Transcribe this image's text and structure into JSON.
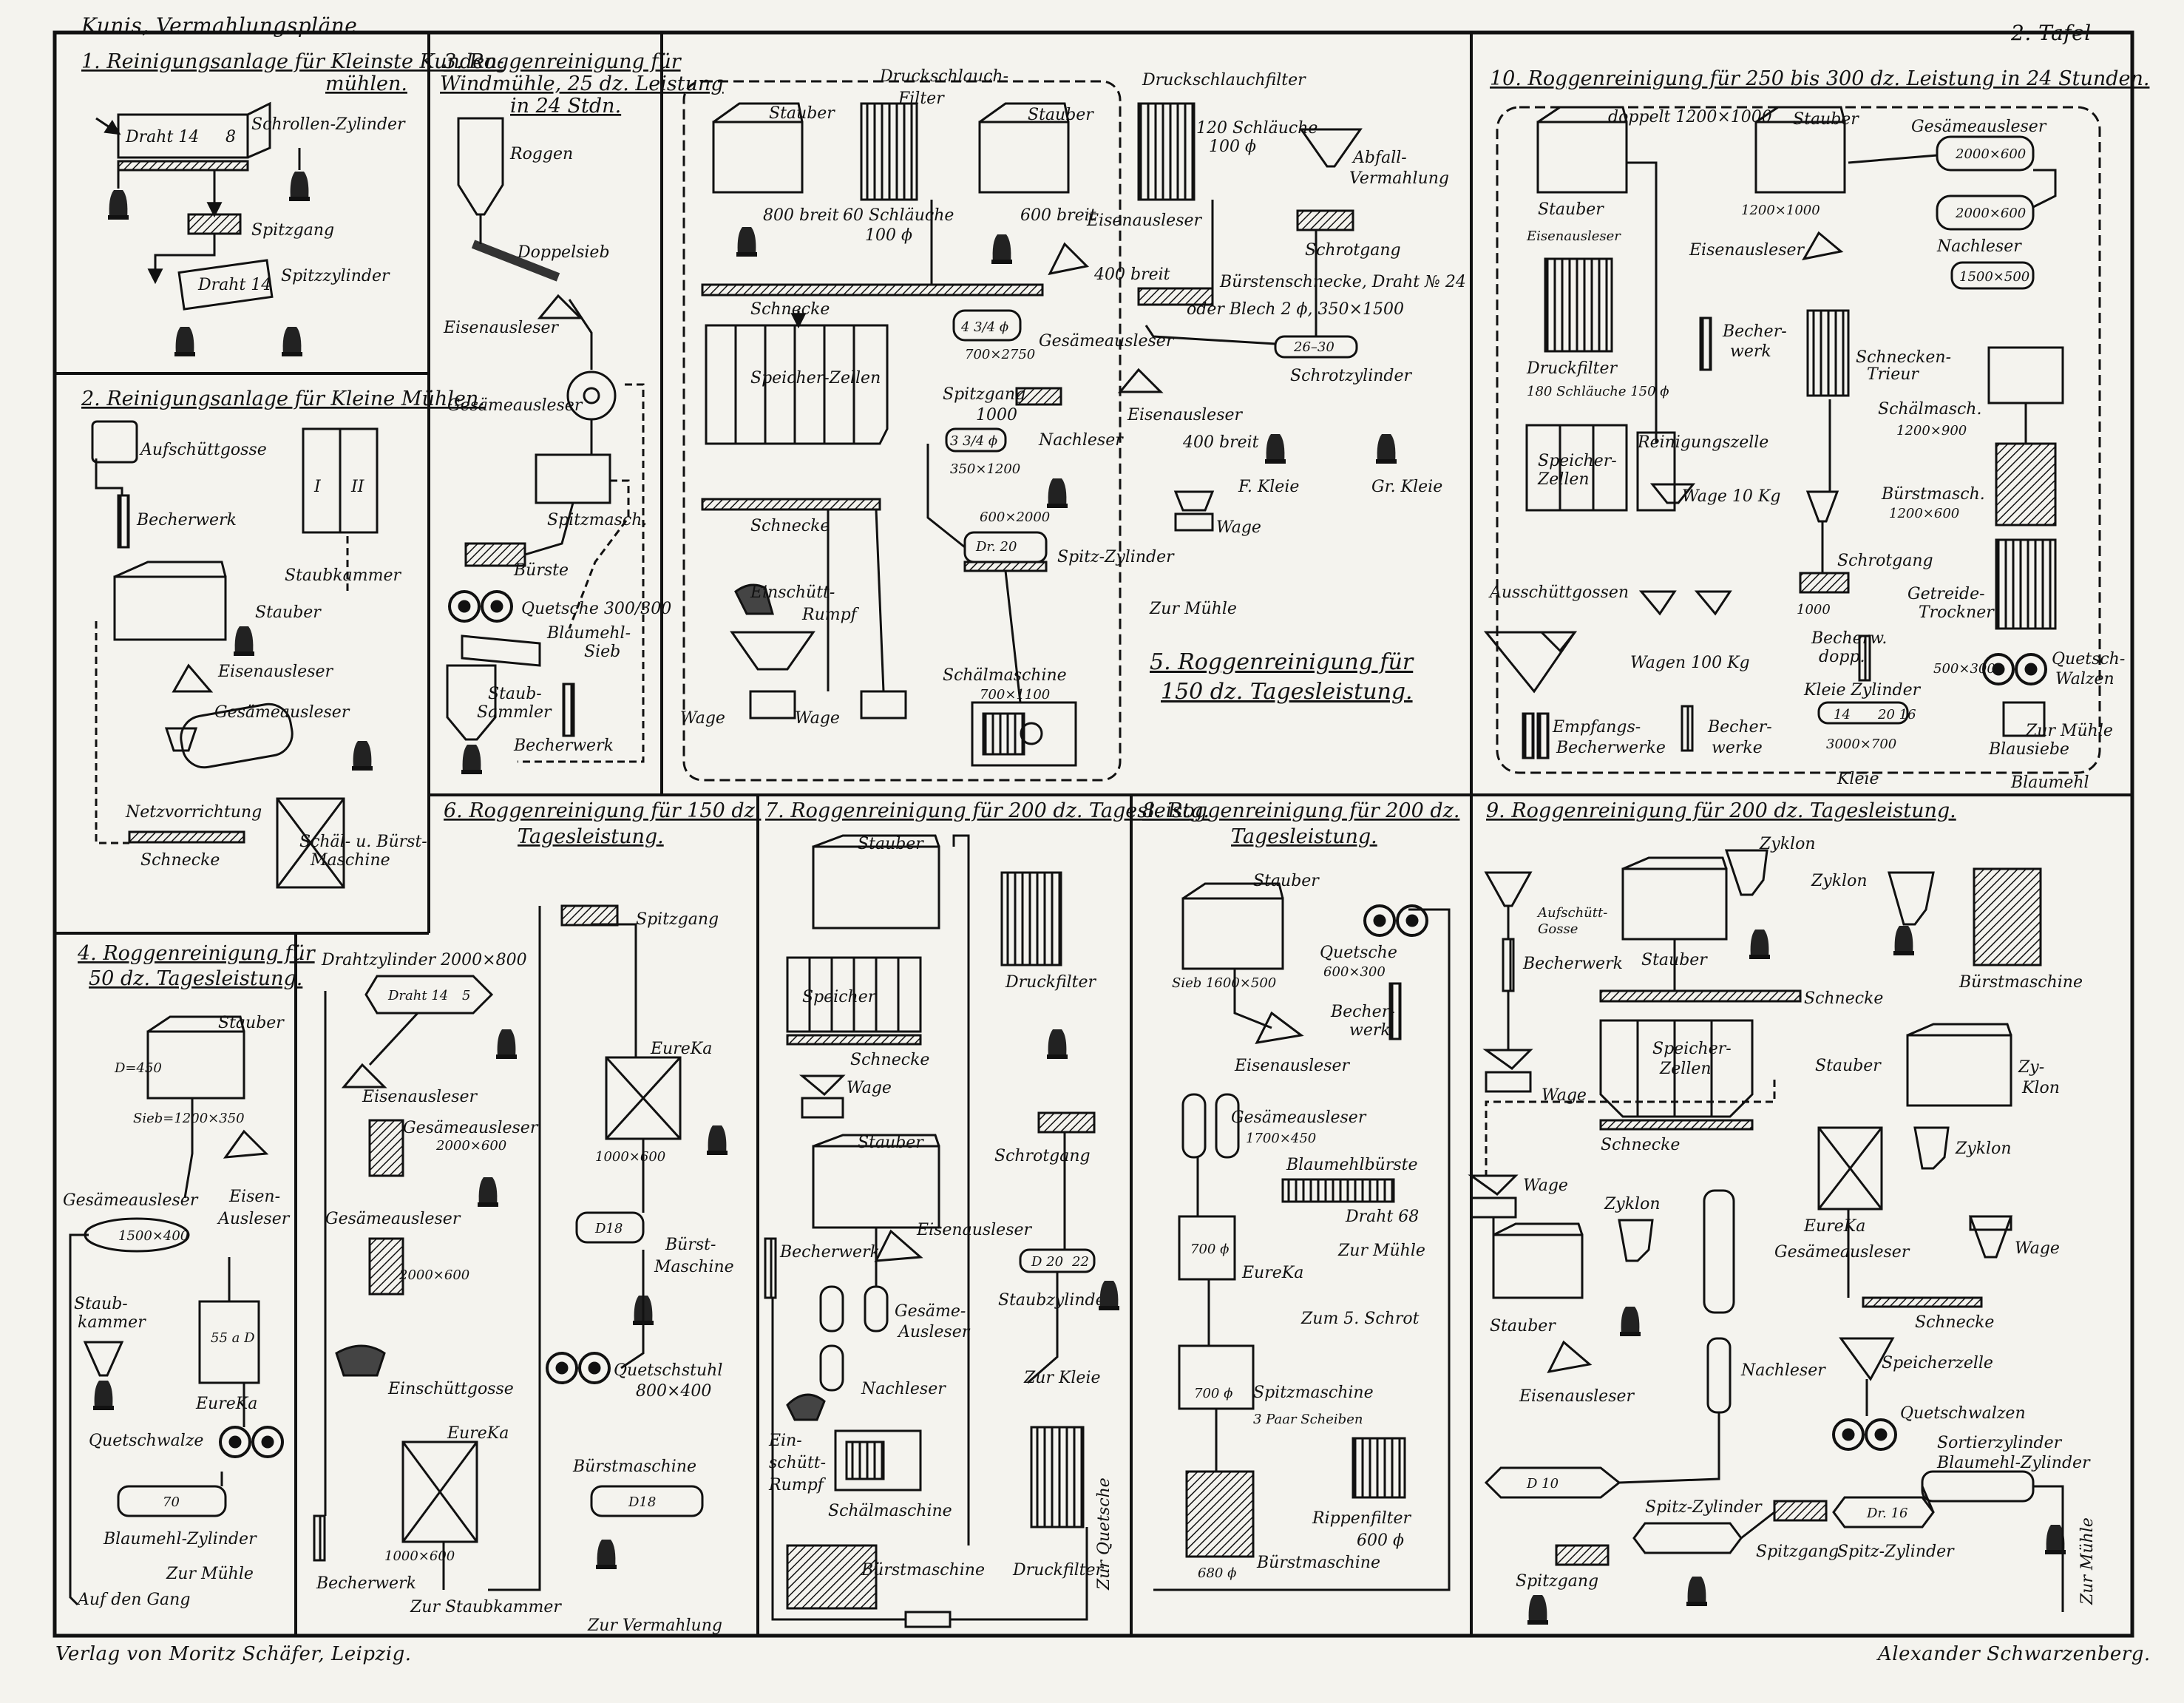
{
  "header": {
    "left": "Kunis, Vermahlungspläne",
    "right": "2. Tafel"
  },
  "footer": {
    "left": "Verlag von Moritz Schäfer, Leipzig.",
    "right": "Alexander Schwarzenberg."
  },
  "panels": {
    "p1": {
      "title1": "1. Reinigungsanlage für Kleinste Kunden-",
      "title2": "mühlen.",
      "labels": [
        "Schrollen-Zylinder",
        "Draht 14",
        "8",
        "Spitzgang",
        "Spitzzylinder",
        "Draht 14"
      ]
    },
    "p2": {
      "title": "2. Reinigungsanlage für Kleine Mühlen.",
      "labels": [
        "Aufschüttgosse",
        "Becherwerk",
        "I",
        "II",
        "Staubkammer",
        "Stauber",
        "Eisenausleser",
        "Gesämeausleser",
        "Netzvorrichtung",
        "Schnecke",
        "Schäl- u. Bürst-",
        "Maschine"
      ]
    },
    "p3": {
      "title1": "3. Roggenreinigung für",
      "title2": "Windmühle, 25 dz. Leistung",
      "title3": "in 24 Stdn.",
      "labels": [
        "Roggen",
        "Doppelsieb",
        "Eisenausleser",
        "Gesämeausleser",
        "Spitzmasch.",
        "Bürste",
        "Quetsche 300/300",
        "Blaumehl-",
        "Sieb",
        "Staub-",
        "Sammler",
        "Becherwerk"
      ]
    },
    "p4": {
      "title1": "4. Roggenreinigung für",
      "title2": "50 dz. Tagesleistung.",
      "labels": [
        "Stauber",
        "D=450",
        "Sieb=1200×350",
        "Gesämeausleser",
        "1500×400",
        "Eisen-",
        "Ausleser",
        "Staub-",
        "kammer",
        "55 a D",
        "EureKa",
        "Quetschwalze",
        "70",
        "Blaumehl-Zylinder",
        "Zur Mühle",
        "Auf den Gang"
      ]
    },
    "p5": {
      "title1": "5. Roggenreinigung für",
      "title2": "150 dz. Tagesleistung.",
      "labels": [
        "Druckschlauch-",
        "Filter",
        "Stauber",
        "Stauber",
        "Druckschlauchfilter",
        "800 breit",
        "60 Schläuche",
        "100 ϕ",
        "600 breit",
        "120 Schläuche",
        "100 ϕ",
        "Abfall-",
        "Vermahlung",
        "Eisenausleser",
        "400 breit",
        "Schrotgang",
        "Schnecke",
        "Bürstenschnecke, Draht № 24",
        "oder Blech 2 ϕ, 350×1500",
        "4 3/4 ϕ",
        "Gesämeausleser",
        "700×2750",
        "26–30",
        "Schrotzylinder",
        "Speicher-Zellen",
        "Spitzgang",
        "1000",
        "Eisenausleser",
        "400 breit",
        "3 3/4 ϕ",
        "Nachleser",
        "350×1200",
        "F. Kleie",
        "Gr. Kleie",
        "Schnecke",
        "600×2000",
        "Dr. 20",
        "Spitz-Zylinder",
        "Wage",
        "Einschütt-",
        "Rumpf",
        "Zur Mühle",
        "Schälmaschine",
        "700×1100",
        "Wage",
        "Wage"
      ]
    },
    "p6": {
      "title1": "6. Roggenreinigung für 150 dz.",
      "title2": "Tagesleistung.",
      "labels": [
        "Drahtzylinder 2000×800",
        "Draht 14",
        "5",
        "Spitzgang",
        "Eisenausleser",
        "Gesämeausleser",
        "2000×600",
        "EureKa",
        "1000×600",
        "Gesämeausleser",
        "2000×600",
        "D18",
        "Bürst-",
        "Maschine",
        "Quetschstuhl",
        "800×400",
        "Einschüttgosse",
        "EureKa",
        "Bürstmaschine",
        "D18",
        "1000×600",
        "Becherwerk",
        "Zur Staubkammer",
        "Zur Vermahlung"
      ]
    },
    "p7": {
      "title": "7. Roggenreinigung für 200 dz. Tagesleistg.",
      "labels": [
        "Stauber",
        "Speicher",
        "Schnecke",
        "Druckfilter",
        "Wage",
        "Stauber",
        "Schrotgang",
        "Becherwerk",
        "Eisenausleser",
        "D 20",
        "22",
        "Staubzylinder",
        "Gesäme-",
        "Ausleser",
        "Zur Kleie",
        "Nachleser",
        "Ein-",
        "schütt-",
        "Rumpf",
        "Schälmaschine",
        "Bürstmaschine",
        "Druckfilter",
        "Zur Quetsche"
      ]
    },
    "p8": {
      "title1": "8. Roggenreinigung für 200 dz.",
      "title2": "Tagesleistung.",
      "labels": [
        "Stauber",
        "Quetsche",
        "600×300",
        "Sieb 1600×500",
        "Becher-",
        "werk",
        "Eisenausleser",
        "Gesämeausleser",
        "1700×450",
        "Blaumehlbürste",
        "Draht 68",
        "700 ϕ",
        "EureKa",
        "Zur Mühle",
        "Zum 5. Schrot",
        "700 ϕ",
        "Spitzmaschine",
        "3 Paar Scheiben",
        "Rippenfilter",
        "600 ϕ",
        "680 ϕ",
        "Bürstmaschine"
      ]
    },
    "p9": {
      "title": "9. Roggenreinigung für 200 dz. Tagesleistung.",
      "labels": [
        "Zyklon",
        "Zyklon",
        "Aufschütt-",
        "Gosse",
        "Stauber",
        "Bürstmaschine",
        "Becherwerk",
        "Schnecke",
        "Speicher-",
        "Zellen",
        "Wage",
        "Stauber",
        "Zy-",
        "Klon",
        "Schnecke",
        "Zyklon",
        "Wage",
        "Zyklon",
        "EureKa",
        "Wage",
        "Gesämeausleser",
        "Stauber",
        "Schnecke",
        "Eisenausleser",
        "Nachleser",
        "Speicherzelle",
        "Quetschwalzen",
        "Sortierzylinder",
        "D 10",
        "Blaumehl-Zylinder",
        "Spitz-Zylinder",
        "Dr. 16",
        "Spitzgang",
        "Spitzgang",
        "Spitz-Zylinder",
        "Zur Mühle"
      ]
    },
    "p10": {
      "title": "10. Roggenreinigung für 250 bis 300 dz. Leistung in 24 Stunden.",
      "labels": [
        "Stauber",
        "Gesämeausleser",
        "2000×600",
        "Stauber",
        "1200×1000",
        "2000×600",
        "doppelt 1200×1000",
        "Eisenausleser",
        "Nachleser",
        "1500×500",
        "Becher-",
        "werk",
        "Schnecken-",
        "Trieur",
        "Druckfilter",
        "180 Schläuche 150 ϕ",
        "Schälmasch.",
        "1200×900",
        "Reinigungszelle",
        "Speicher-",
        "Zellen",
        "Wage 10 Kg",
        "Bürstmasch.",
        "1200×600",
        "Schrotgang",
        "Ausschüttgossen",
        "1000",
        "Getreide-",
        "Trockner",
        "Wagen 100 Kg",
        "Becherw.",
        "dopp.",
        "Quetsch-",
        "Walzen",
        "500×300",
        "Kleie Zylinder",
        "14",
        "20 16",
        "Empfangs-",
        "Becherwerke",
        "Becher-",
        "werke",
        "3000×700",
        "Blausiebe",
        "Zur Mühle",
        "Kleie",
        "Blaumehl"
      ]
    }
  },
  "colors": {
    "ink": "#111111",
    "paper": "#f4f3ee"
  }
}
